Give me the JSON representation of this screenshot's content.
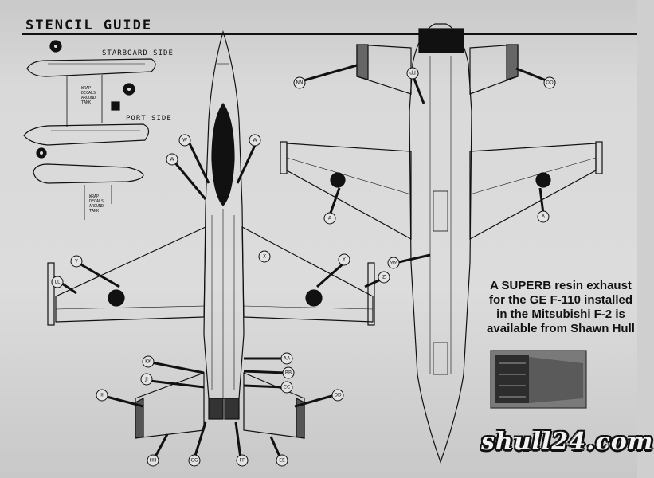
{
  "header": {
    "title": "STENCIL GUIDE"
  },
  "tank_diagram": {
    "starboard_label": "STARBOARD SIDE",
    "port_label": "PORT SIDE",
    "wrap_note_lines": [
      "WRAP",
      "DECALS",
      "AROUND",
      "TANK"
    ]
  },
  "advert": {
    "lines": [
      "A SUPERB resin exhaust",
      "for the GE F-110 installed",
      "in the Mitsubishi F-2 is",
      "available from Shawn Hull"
    ]
  },
  "logo": {
    "text": "shull24.com"
  },
  "callouts": {
    "top_view": [
      "W",
      "W",
      "W",
      "Y",
      "Y",
      "X",
      "Z",
      "LL",
      "KK",
      "JJ",
      "II",
      "HH",
      "GG",
      "FF",
      "EE",
      "DD",
      "CC",
      "BB",
      "AA"
    ],
    "bottom_view": [
      "NN",
      "dd",
      "A",
      "A",
      "OO",
      "MM"
    ]
  },
  "colors": {
    "ink": "#111111",
    "paper": "#d6d6d6",
    "dark_fill": "#222222"
  }
}
